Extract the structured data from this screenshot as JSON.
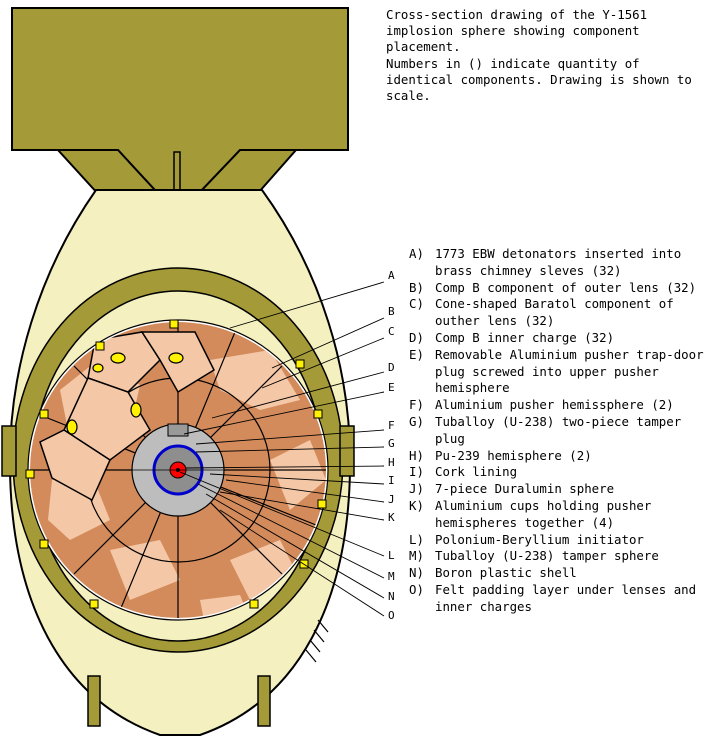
{
  "caption": "Cross-section drawing of the Y-1561 implosion sphere showing component placement.\nNumbers in () indicate quantity of identical components. Drawing is shown to scale.",
  "legend": [
    {
      "key": "A)",
      "text": "1773 EBW detonators inserted into brass chimney sleves (32)"
    },
    {
      "key": "B)",
      "text": "Comp B component of outer lens (32)"
    },
    {
      "key": "C)",
      "text": "Cone-shaped Baratol component of outher lens (32)"
    },
    {
      "key": "D)",
      "text": "Comp B inner charge (32)"
    },
    {
      "key": "E)",
      "text": "Removable Aluminium pusher trap-door plug screwed into upper pusher hemisphere"
    },
    {
      "key": "F)",
      "text": "Aluminium pusher hemissphere (2)"
    },
    {
      "key": "G)",
      "text": "Tuballoy (U-238) two-piece tamper plug"
    },
    {
      "key": "H)",
      "text": "Pu-239 hemisphere (2)"
    },
    {
      "key": "I)",
      "text": "Cork lining"
    },
    {
      "key": "J)",
      "text": "7-piece Duralumin sphere"
    },
    {
      "key": "K)",
      "text": "Aluminium cups holding pusher hemispheres together (4)"
    },
    {
      "key": "L)",
      "text": "Polonium-Beryllium initiator"
    },
    {
      "key": "M)",
      "text": "Tuballoy (U-238) tamper sphere"
    },
    {
      "key": "N)",
      "text": "Boron plastic shell"
    },
    {
      "key": "O)",
      "text": "Felt padding layer under lenses and inner charges"
    }
  ],
  "callouts": [
    "A",
    "B",
    "C",
    "D",
    "E",
    "F",
    "G",
    "H",
    "I",
    "J",
    "K",
    "L",
    "M",
    "N",
    "O"
  ],
  "colors": {
    "casing_olive": "#a49a38",
    "outline": "#000000",
    "lens_salmon": "#d38b5c",
    "lens_pale": "#f4c7a6",
    "detonator_yellow": "#fff200",
    "pu_red": "#ff0000",
    "tamper_blue": "#0000cc",
    "pusher_grey": "#bdbdbd",
    "felt_white": "#ffffff",
    "ellipse_cream": "#f4f0c0"
  }
}
